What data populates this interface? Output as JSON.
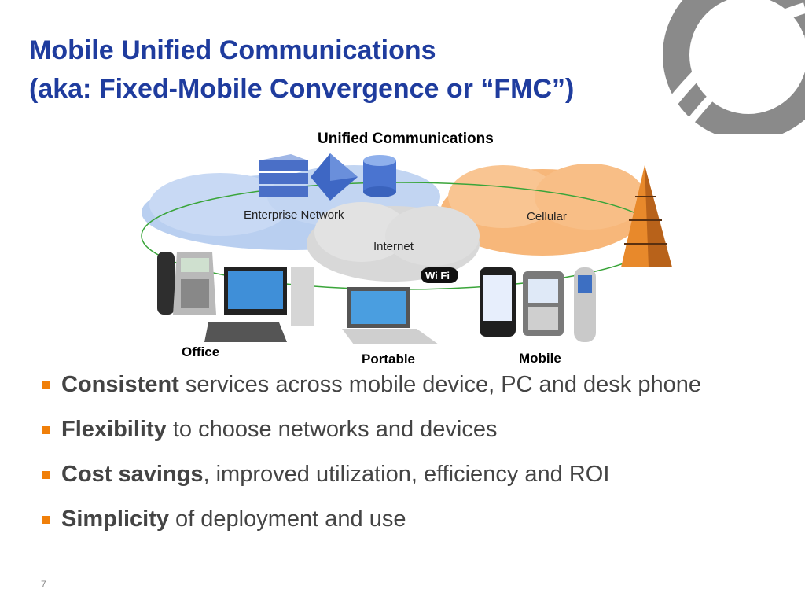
{
  "slide": {
    "title_line1": "Mobile Unified Communications",
    "title_line2": "(aka: Fixed-Mobile Convergence or “FMC”)",
    "page_number": "7"
  },
  "diagram": {
    "top_label": "Unified Communications",
    "networks": {
      "enterprise": "Enterprise Network",
      "cellular": "Cellular",
      "internet": "Internet",
      "wifi": "Wi Fi"
    },
    "groups": {
      "office": "Office",
      "portable": "Portable",
      "mobile": "Mobile"
    }
  },
  "bullets": [
    {
      "bold": "Consistent",
      "rest": " services across mobile device, PC and desk phone"
    },
    {
      "bold": "Flexibility",
      "rest": " to choose networks and devices"
    },
    {
      "bold": "Cost savings",
      "rest": ", improved utilization, efficiency and ROI"
    },
    {
      "bold": "Simplicity",
      "rest": " of deployment and use"
    }
  ],
  "colors": {
    "title": "#1f3c9e",
    "bullet_marker": "#f07f09",
    "enterprise_cloud": "#b9cff0",
    "cellular_cloud": "#f7b77a",
    "internet_cloud": "#d8d8d8",
    "ring": "#3aa53a"
  }
}
